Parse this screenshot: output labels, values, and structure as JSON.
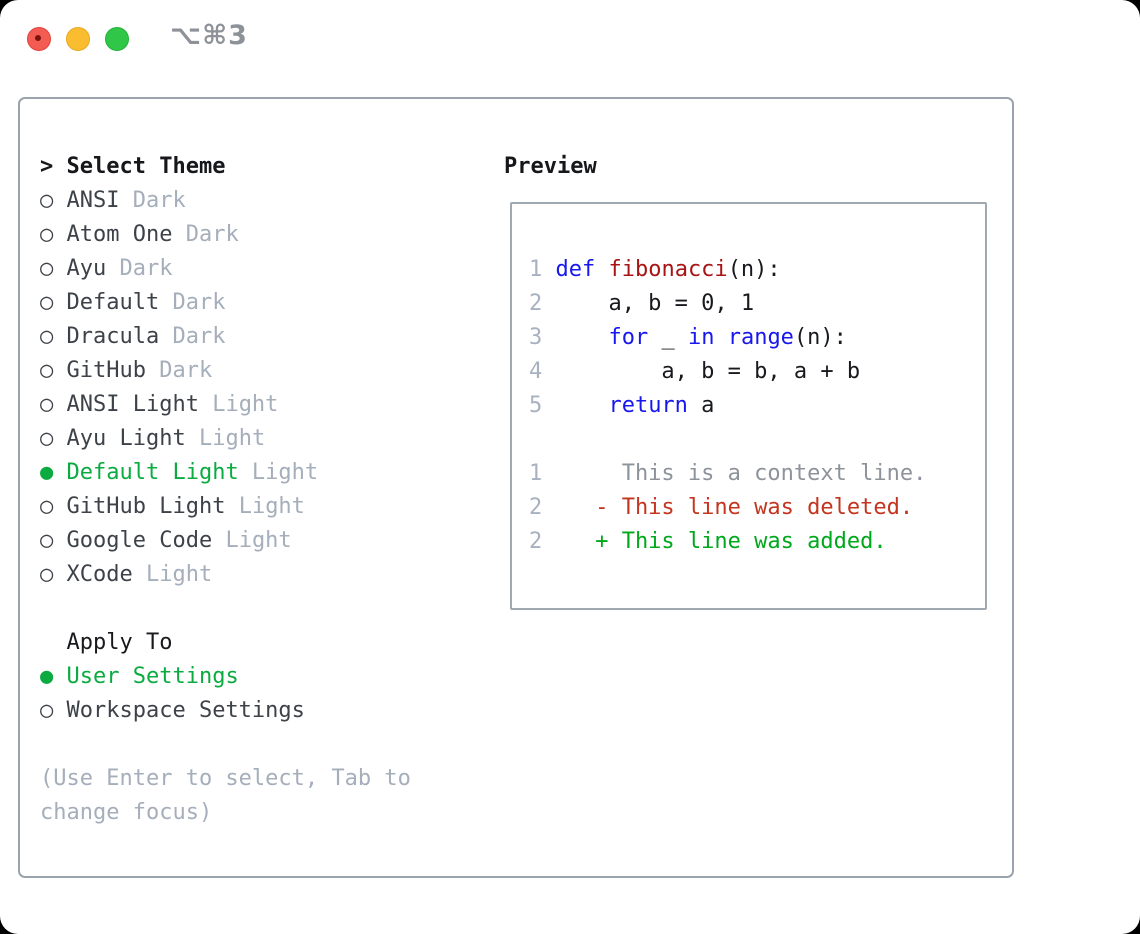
{
  "window": {
    "title": "⌥⌘3"
  },
  "titlebar": {
    "buttons": [
      {
        "name": "close-button",
        "color": "#f25c53"
      },
      {
        "name": "minimize-button",
        "color": "#f9bd2f"
      },
      {
        "name": "zoom-button",
        "color": "#30c748"
      }
    ]
  },
  "select_theme": {
    "prompt": ">",
    "title": "Select Theme",
    "bullet_unselected": "○",
    "bullet_selected": "●",
    "items": [
      {
        "name": "ANSI",
        "variant": "Dark",
        "selected": false
      },
      {
        "name": "Atom One",
        "variant": "Dark",
        "selected": false
      },
      {
        "name": "Ayu",
        "variant": "Dark",
        "selected": false
      },
      {
        "name": "Default",
        "variant": "Dark",
        "selected": false
      },
      {
        "name": "Dracula",
        "variant": "Dark",
        "selected": false
      },
      {
        "name": "GitHub",
        "variant": "Dark",
        "selected": false
      },
      {
        "name": "ANSI Light",
        "variant": "Light",
        "selected": false
      },
      {
        "name": "Ayu Light",
        "variant": "Light",
        "selected": false
      },
      {
        "name": "Default Light",
        "variant": "Light",
        "selected": true
      },
      {
        "name": "GitHub Light",
        "variant": "Light",
        "selected": false
      },
      {
        "name": "Google Code",
        "variant": "Light",
        "selected": false
      },
      {
        "name": "XCode",
        "variant": "Light",
        "selected": false
      }
    ]
  },
  "apply_to": {
    "title": "Apply To",
    "options": [
      {
        "name": "User Settings",
        "selected": true
      },
      {
        "name": "Workspace Settings",
        "selected": false
      }
    ]
  },
  "help": [
    "(Use Enter to select, Tab to",
    "change focus)"
  ],
  "preview": {
    "title": "Preview",
    "code_lines": [
      {
        "num": "1",
        "tokens": [
          {
            "text": "def",
            "type": "keyword"
          },
          {
            "text": " ",
            "type": "plain"
          },
          {
            "text": "fibonacci",
            "type": "function"
          },
          {
            "text": "(n):",
            "type": "plain"
          }
        ]
      },
      {
        "num": "2",
        "tokens": [
          {
            "text": "    a, b = 0, 1",
            "type": "plain"
          }
        ]
      },
      {
        "num": "3",
        "tokens": [
          {
            "text": "    ",
            "type": "plain"
          },
          {
            "text": "for",
            "type": "keyword"
          },
          {
            "text": " _ ",
            "type": "plain"
          },
          {
            "text": "in",
            "type": "keyword"
          },
          {
            "text": " ",
            "type": "plain"
          },
          {
            "text": "range",
            "type": "keyword"
          },
          {
            "text": "(n):",
            "type": "plain"
          }
        ]
      },
      {
        "num": "4",
        "tokens": [
          {
            "text": "        a, b = b, a + b",
            "type": "plain"
          }
        ]
      },
      {
        "num": "5",
        "tokens": [
          {
            "text": "    ",
            "type": "plain"
          },
          {
            "text": "return",
            "type": "keyword"
          },
          {
            "text": " a",
            "type": "plain"
          }
        ]
      },
      {
        "num": "",
        "tokens": []
      },
      {
        "num": "1",
        "tokens": [
          {
            "text": "     This is a context line.",
            "type": "context"
          }
        ]
      },
      {
        "num": "2",
        "tokens": [
          {
            "text": "   - This line was deleted.",
            "type": "deleted"
          }
        ]
      },
      {
        "num": "2",
        "tokens": [
          {
            "text": "   + This line was added.",
            "type": "added"
          }
        ]
      }
    ]
  },
  "colors": {
    "keyword": "#1717ee",
    "function": "#a81414",
    "context": "#8d939b",
    "deleted": "#c4351f",
    "added": "#00a81c",
    "selection_green": "#0cab41",
    "muted": "#a5aebb",
    "ink": "#17191d",
    "panel_border": "#9aa3ae"
  }
}
